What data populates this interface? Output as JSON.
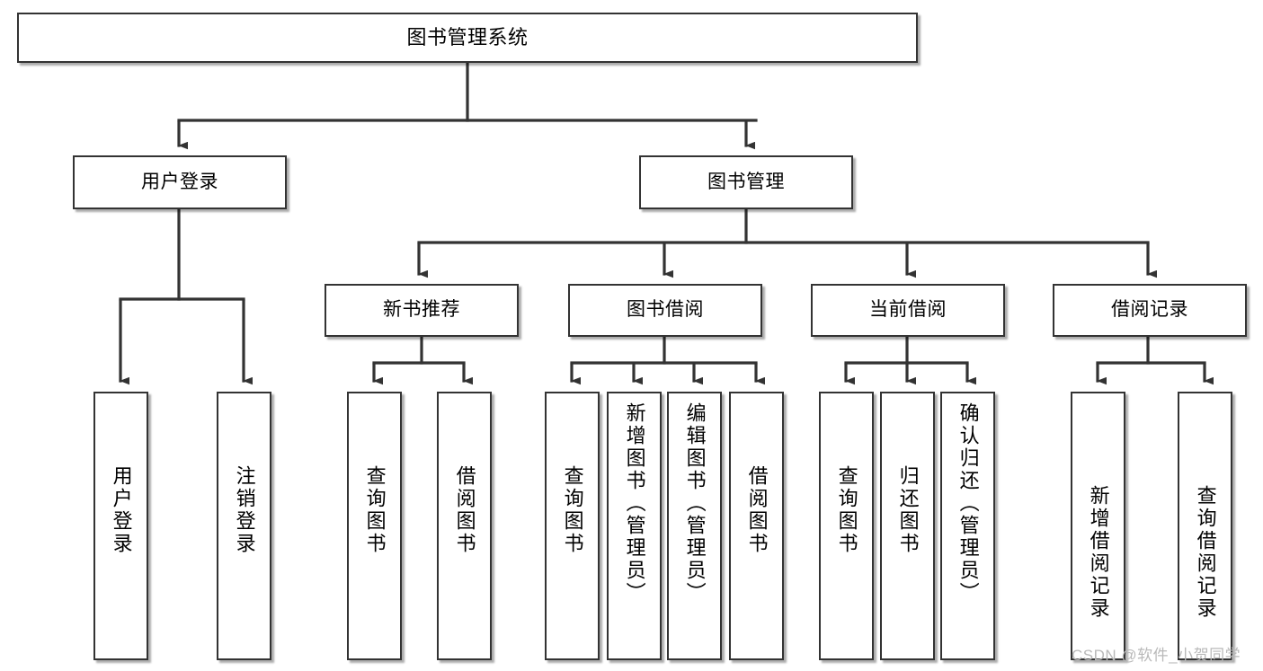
{
  "diagram": {
    "title": "图书管理系统",
    "type": "tree",
    "watermark": "CSDN @软件_小贺同学",
    "colors": {
      "box_border": "#333333",
      "box_fill": "#ffffff",
      "line": "#333333",
      "watermark": "#b9b9b9",
      "background": "#ffffff"
    }
  },
  "nodes": {
    "root": {
      "label": "图书管理系统"
    },
    "level1": [
      {
        "id": "user-login",
        "label": "用户登录"
      },
      {
        "id": "book-manage",
        "label": "图书管理"
      }
    ],
    "level2": [
      {
        "id": "new-book-recommend",
        "label": "新书推荐"
      },
      {
        "id": "book-borrow",
        "label": "图书借阅"
      },
      {
        "id": "current-borrow",
        "label": "当前借阅"
      },
      {
        "id": "borrow-record",
        "label": "借阅记录"
      }
    ],
    "level3": [
      {
        "id": "leaf-user-login",
        "label": "用户登录",
        "parent": "user-login"
      },
      {
        "id": "leaf-logout",
        "label": "注销登录",
        "parent": "user-login"
      },
      {
        "id": "leaf-query-book-1",
        "label": "查询图书",
        "parent": "new-book-recommend"
      },
      {
        "id": "leaf-borrow-book-1",
        "label": "借阅图书",
        "parent": "new-book-recommend"
      },
      {
        "id": "leaf-query-book-2",
        "label": "查询图书",
        "parent": "book-borrow"
      },
      {
        "id": "leaf-add-book",
        "label": "新增图书（管理员）",
        "parent": "book-borrow"
      },
      {
        "id": "leaf-edit-book",
        "label": "编辑图书（管理员）",
        "parent": "book-borrow"
      },
      {
        "id": "leaf-borrow-book-2",
        "label": "借阅图书",
        "parent": "book-borrow"
      },
      {
        "id": "leaf-query-book-3",
        "label": "查询图书",
        "parent": "current-borrow"
      },
      {
        "id": "leaf-return-book",
        "label": "归还图书",
        "parent": "current-borrow"
      },
      {
        "id": "leaf-confirm-return",
        "label": "确认归还（管理员）",
        "parent": "current-borrow"
      },
      {
        "id": "leaf-add-record",
        "label": "新增借阅记录",
        "parent": "borrow-record"
      },
      {
        "id": "leaf-query-record",
        "label": "查询借阅记录",
        "parent": "borrow-record"
      }
    ]
  }
}
